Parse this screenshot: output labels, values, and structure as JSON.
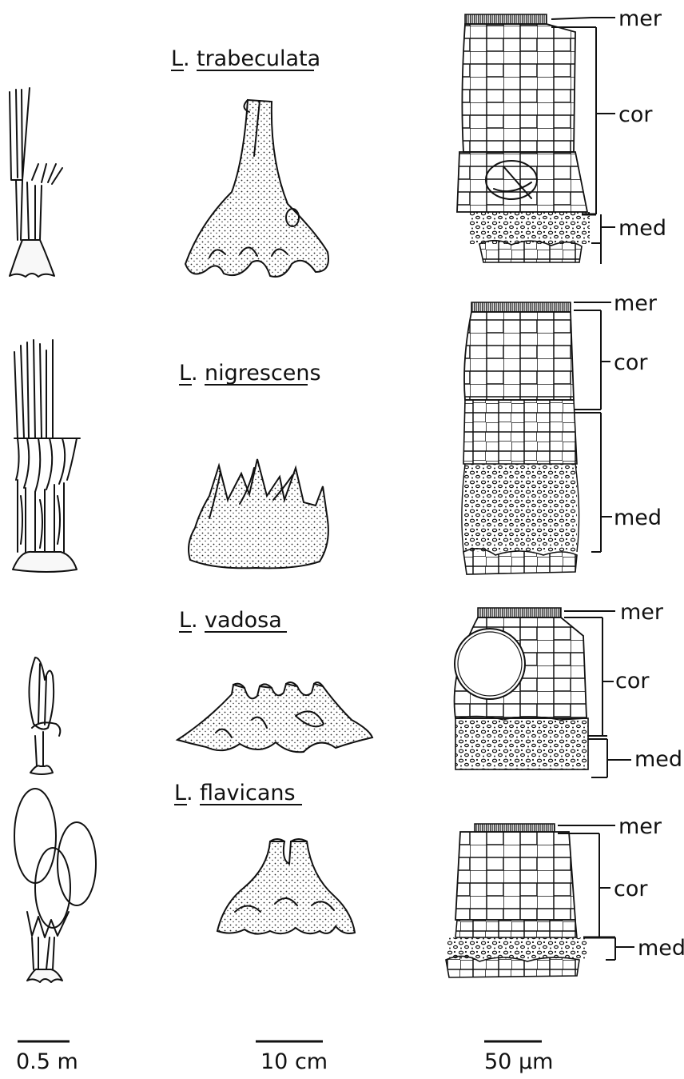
{
  "species": [
    {
      "name": "trabeculata",
      "genus": "L",
      "zones": [
        "mer",
        "cor",
        "med"
      ]
    },
    {
      "name": "nigrescens",
      "genus": "L",
      "zones": [
        "mer",
        "cor",
        "med"
      ]
    },
    {
      "name": "vadosa",
      "genus": "L",
      "zones": [
        "mer",
        "cor",
        "med"
      ]
    },
    {
      "name": "flavicans",
      "genus": "L",
      "zones": [
        "mer",
        "cor",
        "med"
      ]
    }
  ],
  "scale_bars": {
    "habit": "0.5 m",
    "holdfast": "10 cm",
    "section": "50 µm"
  },
  "colors": {
    "ink": "#111111",
    "paper": "#ffffff"
  }
}
